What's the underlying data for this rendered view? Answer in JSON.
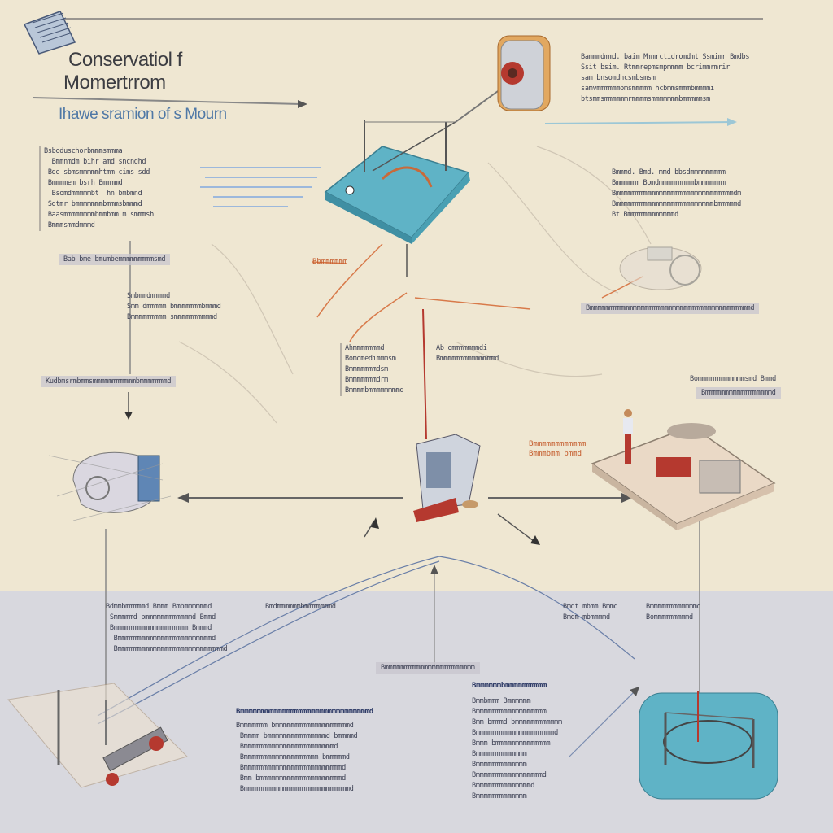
{
  "title": {
    "line1": "Conservatiol f",
    "line2": "Momertrrom",
    "subtitle": "Ihawe sramion of s Mourn"
  },
  "notes": {
    "top_right": "Bammmdmmd. baim Mmmrctidromdmt Ssmimr Bmdbs\nSsit bsim. Rtmmrepmsmpmmmm bcrimmrmrir\nsam bnsomdhcsmbsmsm\nsamvmmmmmmomsmmmmm hcbmmsmmmbmmmmi\nbtsmmsmmmmmmrmmmmsmmmmmmmbmmmmmsm",
    "left_box": "Bsboduschorbmmmsmmma\n  Bmmnmdm bihr amd sncndhd\n Bde sbmsmmmmmhtmm cims sdd\n Bmmmmem bsrh Bmmmmd\n  Bsomdmmmmmbt  hn bmbmnd\n Sdtmr bmmmmmmmbmmmsbmmmd\n Baasmmmmmmmmbmmbmm m smmmsh\n Bmmmsmmdmmmd",
    "left_strip": "Bab bme bmumbemmmmmmmmmsmd",
    "left_mid": "Smbmmdmmmmd\nSmm dmmmmm bmmmmmmmbmmmd\nBmmmmmmmmm smmmmmmmmmmd",
    "left_wide": "Kudbmsrmbmmsmmmmmmmmmmmbmmmmmmmd",
    "center_small": "Ahmmmmmmmd\nBomomedimmmsm\nBmmmmmmmdsm\nBmmmmmmmdrm\nBmmmmbmmmmmmmmd",
    "center_right": "Ab ommmmmmmdi\nBmmmmmmmmmmmmmmd",
    "right_upper": "Bmmmd. Bmd. mmd bbsdmmmmmmmmm\nBmmmmmm Bomdmmmmmmmmmbmmmmmmm\nBmmmmmmmmmmmmmmmmmmmmmmmmmmmmmmdm\nBmmmmmmmmmmmmmmmmmmmmmmmmmbmmmmmd\nBt Bmmmmmmmmmmmmd",
    "right_strip": "Bmmmmmmmmmmmmmmmmmmmmmmmmmmmmmmmmmmmmmmmmmd",
    "right_mid1": "Bommmmmmmmmmmmsmd Bmmd",
    "right_mid2": "Bmmmmmmmmmmmmmmmmmd",
    "orange_right": "Bmmmmmmmmmmmm\nBmmmbmm bmmd",
    "orange_left": "Bbmmmmmm",
    "bottom_left": "Bdmmbmmmmmd Bmmm Bmbmmmmmmd\n Smmmmmd bmmmmmmmmmmmmd Bmmd\n Bmmmmmmmmmmmmmmmmmmm Bmmmd\n  Bmmmmmmmmmmmmmmmmmmmmmmmmd\n  Bmmmmmmmmmmmmmmmmmmmmmmmmmmmd",
    "bottom_center_top": "Bmdmmmmmmbmmmmmmmd",
    "bottom_mid_right1": "Bmdt mbmm Bmmd\nBmdm mbmmmmd",
    "bottom_mid_right2": "Bmmmmmmmmmmmmd\nBommmmmmmmmd",
    "bottom_center_strip": "Bmmmmmmmmmmmmmmmmmmmmmmm",
    "bottom_center_box_heading": "Bmmmmmmbmmmmmmmmmm",
    "bottom_center_box": "Bmmbmmm Bmmmmmm\nBmmmmmmmmmmmmmmmmmm\nBmm bmmmd bmmmmmmmmmmmm\nBmmmmmmmmmmmmmmmmmmmmd\nBmmm bmmmmmmmmmmmmmm\nBmmmmmmmmmmmmm\nBmmmmmmmmmmmmm\nBmmmmmmmmmmmmmmmmmd\nBmmmmmmmmmmmmmmd\nBmmmmmmmmmmmmm",
    "bottom_left_box_heading": "Bmmmmmmmmmmmmmmmmmmmmmmmmmmmmmmmd",
    "bottom_left_box": "Bmmmmmmm bmmmmmmmmmmmmmmmmmmmd\n Bmmmm bmmmmmmmmmmmmmmmd bmmmmd\n Bmmmmmmmmmmmmmmmmmmmmmmmd\n Bmmmmmmmmmmmmmmmmmmm bmmmmmd\n Bmmmmmmmmmmmmmmmmmmmmmmmmmd\n Bmm bmmmmmmmmmmmmmmmmmmmmmd\n Bmmmmmmmmmmmmmmmmmmmmmmmmmmmd"
  },
  "colors": {
    "background_top": "#efe7d2",
    "background_bottom": "#d8d8de",
    "accent_teal": "#5fb3c6",
    "accent_orange": "#d87a4a",
    "accent_red": "#b5392f",
    "ink": "#3b3f52"
  }
}
